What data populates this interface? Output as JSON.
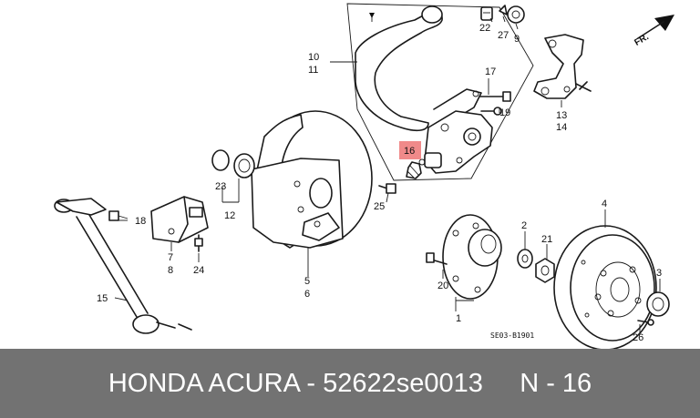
{
  "caption": {
    "brand": "HONDA ACURA",
    "separator": "-",
    "part_number": "52622se0013",
    "ref": "N - 16"
  },
  "diagram": {
    "drawing_code": "SE03-B1901",
    "direction_label": "FR.",
    "highlight_color": "#f08a8a",
    "callouts": {
      "c1": "1",
      "c2": "2",
      "c3": "3",
      "c4": "4",
      "c5": "5",
      "c6": "6",
      "c7": "7",
      "c8": "8",
      "c9": "9",
      "c10": "10",
      "c11": "11",
      "c12": "12",
      "c13": "13",
      "c14": "14",
      "c15": "15",
      "c16": "16",
      "c17": "17",
      "c18": "18",
      "c19": "19",
      "c20": "20",
      "c21": "21",
      "c22": "22",
      "c23": "23",
      "c24": "24",
      "c25": "25",
      "c26": "26",
      "c27": "27"
    }
  }
}
